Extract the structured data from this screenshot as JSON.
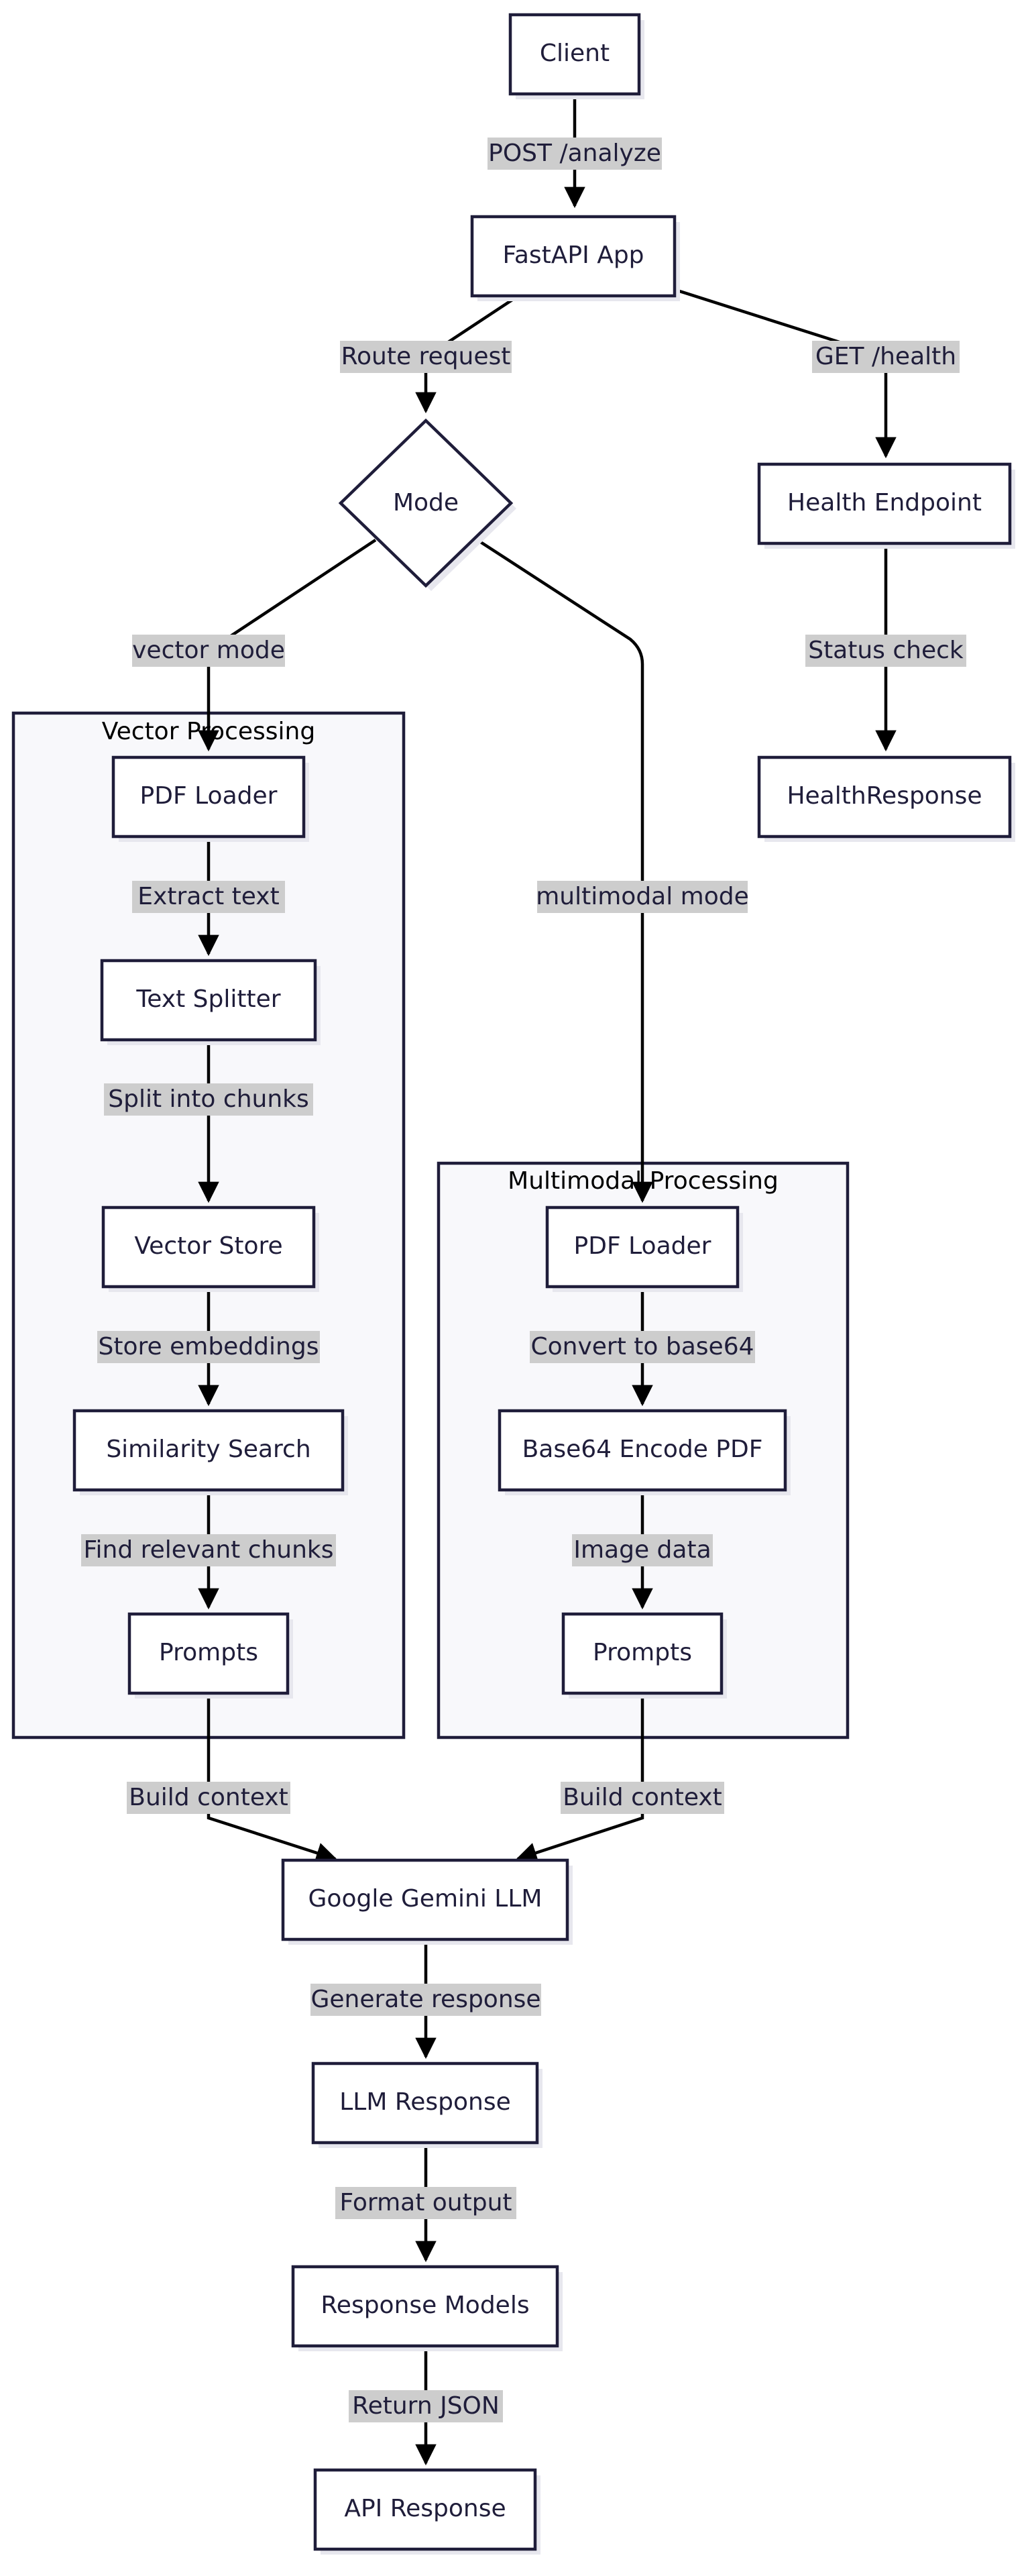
{
  "clusters": {
    "vector": {
      "title": "Vector Processing"
    },
    "multimodal": {
      "title": "Multimodal Processing"
    }
  },
  "nodes": {
    "client": "Client",
    "fastapi_app": "FastAPI App",
    "mode": "Mode",
    "health_endpoint": "Health Endpoint",
    "health_response": "HealthResponse",
    "vector_pdf_loader": "PDF Loader",
    "text_splitter": "Text Splitter",
    "vector_store": "Vector Store",
    "similarity_search": "Similarity Search",
    "vector_prompts": "Prompts",
    "mm_pdf_loader": "PDF Loader",
    "base64_encode": "Base64 Encode PDF",
    "mm_prompts": "Prompts",
    "gemini_llm": "Google Gemini LLM",
    "llm_response": "LLM Response",
    "response_models": "Response Models",
    "api_response": "API Response"
  },
  "edges": {
    "post_analyze": "POST /analyze",
    "route_request": "Route request",
    "get_health": "GET /health",
    "status_check": "Status check",
    "vector_mode": "vector mode",
    "multimodal_mode": "multimodal mode",
    "extract_text": "Extract text",
    "split_chunks": "Split into chunks",
    "store_embeddings": "Store embeddings",
    "find_chunks": "Find relevant chunks",
    "build_context_vector": "Build context",
    "convert_base64": "Convert to base64",
    "image_data": "Image data",
    "build_context_mm": "Build context",
    "generate_response": "Generate response",
    "format_output": "Format output",
    "return_json": "Return JSON"
  }
}
